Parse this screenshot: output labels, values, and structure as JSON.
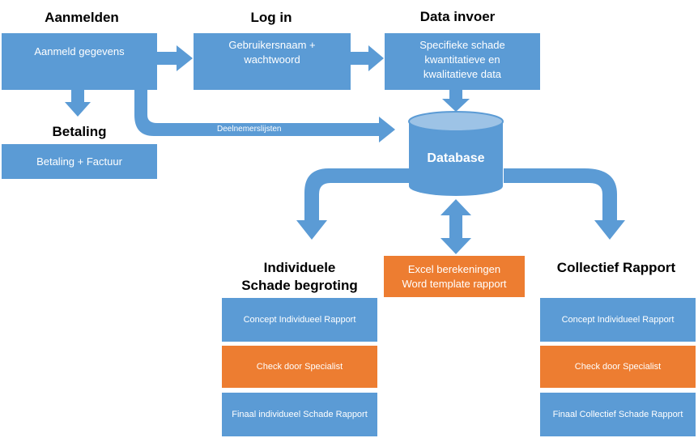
{
  "headings": {
    "aanmelden": "Aanmelden",
    "login": "Log in",
    "data_invoer": "Data invoer",
    "betaling": "Betaling",
    "individuele": "Individuele\nSchade begroting",
    "collectief": "Collectief Rapport"
  },
  "boxes": {
    "aanmeld": "Aanmeld gegevens",
    "login": "Gebruikersnaam +\nwachtwoord",
    "data": "Specifieke schade\nkwantitatieve en\nkwalitatieve data",
    "betaling": "Betaling + Factuur",
    "excel": "Excel berekeningen\nWord template rapport",
    "ind_concept": "Concept Individueel  Rapport",
    "ind_check": "Check door Specialist",
    "ind_final": "Finaal individueel Schade Rapport",
    "col_concept": "Concept Individueel  Rapport",
    "col_check": "Check door Specialist",
    "col_final": "Finaal Collectief Schade Rapport"
  },
  "database_label": "Database",
  "arrow_label": "Deelnemerslijsten",
  "colors": {
    "blue": "#5b9bd5",
    "orange": "#ed7d31"
  }
}
